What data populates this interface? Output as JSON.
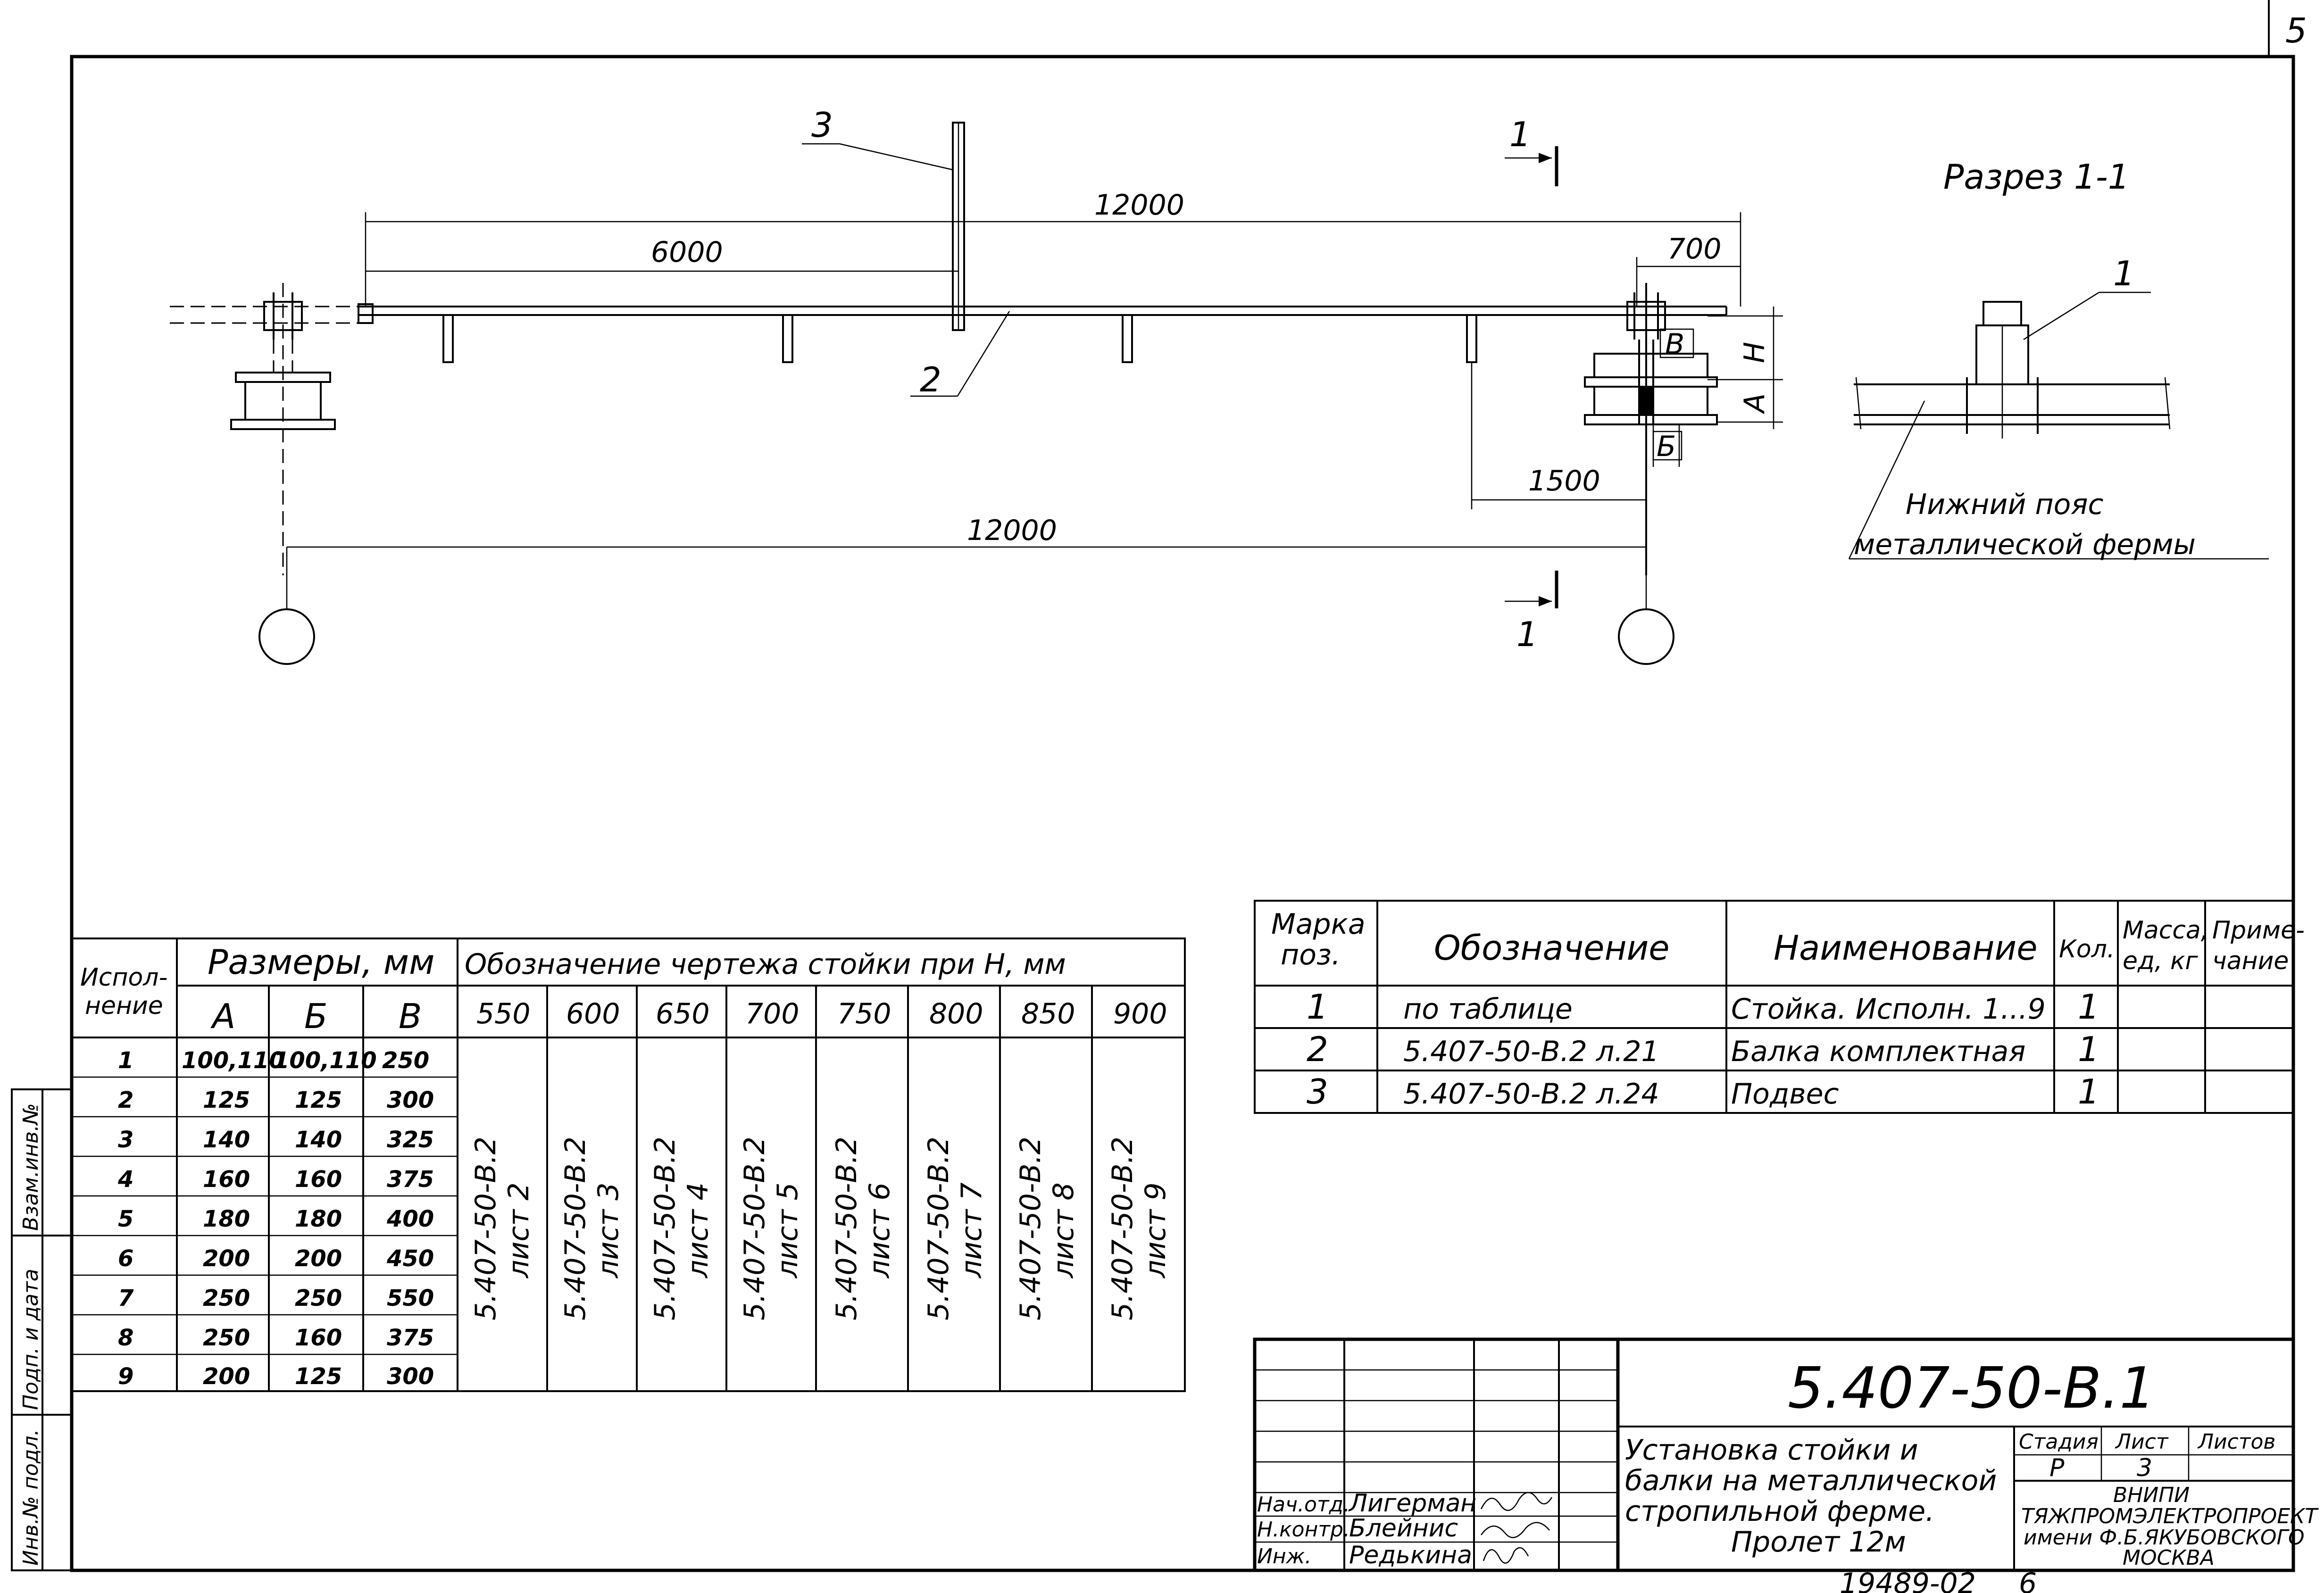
{
  "sheet": {
    "corner_number": "5",
    "bottom_code": "19489-02",
    "bottom_format": "6"
  },
  "plan": {
    "dim_total_top": "12000",
    "dim_half": "6000",
    "dim_end": "700",
    "dim_offset": "1500",
    "dim_total_bottom": "12000",
    "callout_3": "3",
    "callout_2": "2",
    "section_mark": "1",
    "label_B": "В",
    "label_H": "Н",
    "label_A": "А",
    "label_Bsmall": "Б"
  },
  "section": {
    "title": "Разрез 1-1",
    "callout_1": "1",
    "note_line1": "Нижний пояс",
    "note_line2": "металлической фермы"
  },
  "left_table": {
    "col_version_l1": "Испол-",
    "col_version_l2": "нение",
    "col_sizes": "Размеры, мм",
    "col_drawing": "Обозначение чертежа стойки при Н, мм",
    "size_headers": [
      "А",
      "Б",
      "В"
    ],
    "h_values": [
      "550",
      "600",
      "650",
      "700",
      "750",
      "800",
      "850",
      "900"
    ],
    "rows": [
      [
        "1",
        "100,110",
        "100,110",
        "250"
      ],
      [
        "2",
        "125",
        "125",
        "300"
      ],
      [
        "3",
        "140",
        "140",
        "325"
      ],
      [
        "4",
        "160",
        "160",
        "375"
      ],
      [
        "5",
        "180",
        "180",
        "400"
      ],
      [
        "6",
        "200",
        "200",
        "450"
      ],
      [
        "7",
        "250",
        "250",
        "550"
      ],
      [
        "8",
        "250",
        "160",
        "375"
      ],
      [
        "9",
        "200",
        "125",
        "300"
      ]
    ],
    "drawing_refs": [
      {
        "code": "5.407-50-В.2",
        "sheet": "лист 2"
      },
      {
        "code": "5.407-50-В.2",
        "sheet": "лист 3"
      },
      {
        "code": "5.407-50-В.2",
        "sheet": "лист 4"
      },
      {
        "code": "5.407-50-В.2",
        "sheet": "лист 5"
      },
      {
        "code": "5.407-50-В.2",
        "sheet": "лист 6"
      },
      {
        "code": "5.407-50-В.2",
        "sheet": "лист 7"
      },
      {
        "code": "5.407-50-В.2",
        "sheet": "лист 8"
      },
      {
        "code": "5.407-50-В.2",
        "sheet": "лист 9"
      }
    ]
  },
  "spec_table": {
    "headers": {
      "mark_l1": "Марка",
      "mark_l2": "поз.",
      "designation": "Обозначение",
      "name": "Наименование",
      "qty": "Кол.",
      "mass_l1": "Масса,",
      "mass_l2": "ед, кг",
      "note_l1": "Приме-",
      "note_l2": "чание"
    },
    "rows": [
      {
        "pos": "1",
        "designation": "по таблице",
        "name": "Стойка. Исполн. 1...9",
        "qty": "1"
      },
      {
        "pos": "2",
        "designation": "5.407-50-В.2 л.21",
        "name": "Балка комплектная",
        "qty": "1"
      },
      {
        "pos": "3",
        "designation": "5.407-50-В.2 л.24",
        "name": "Подвес",
        "qty": "1"
      }
    ]
  },
  "side_stamp": {
    "f1": "Взам.инв.№",
    "f2": "Подп. и дата",
    "f3": "Инв.№ подл."
  },
  "title_block": {
    "doc_code": "5.407-50-В.1",
    "title_l1": "Установка стойки и",
    "title_l2": "балки на металлической",
    "title_l3": "стропильной ферме.",
    "title_l4": "Пролет 12м",
    "stage_label": "Стадия",
    "sheet_label": "Лист",
    "sheets_label": "Листов",
    "stage_value": "Р",
    "sheet_value": "3",
    "sheets_value": "",
    "org_l1": "ВНИПИ",
    "org_l2": "ТЯЖПРОМЭЛЕКТРОПРОЕКТ",
    "org_l3": "имени Ф.Б.ЯКУБОВСКОГО",
    "org_l4": "МОСКВА",
    "people": [
      {
        "role": "Нач.отд.",
        "name": "Лигерман"
      },
      {
        "role": "Н.контр.",
        "name": "Блейнис"
      },
      {
        "role": "Инж.",
        "name": "Редькина"
      }
    ]
  }
}
